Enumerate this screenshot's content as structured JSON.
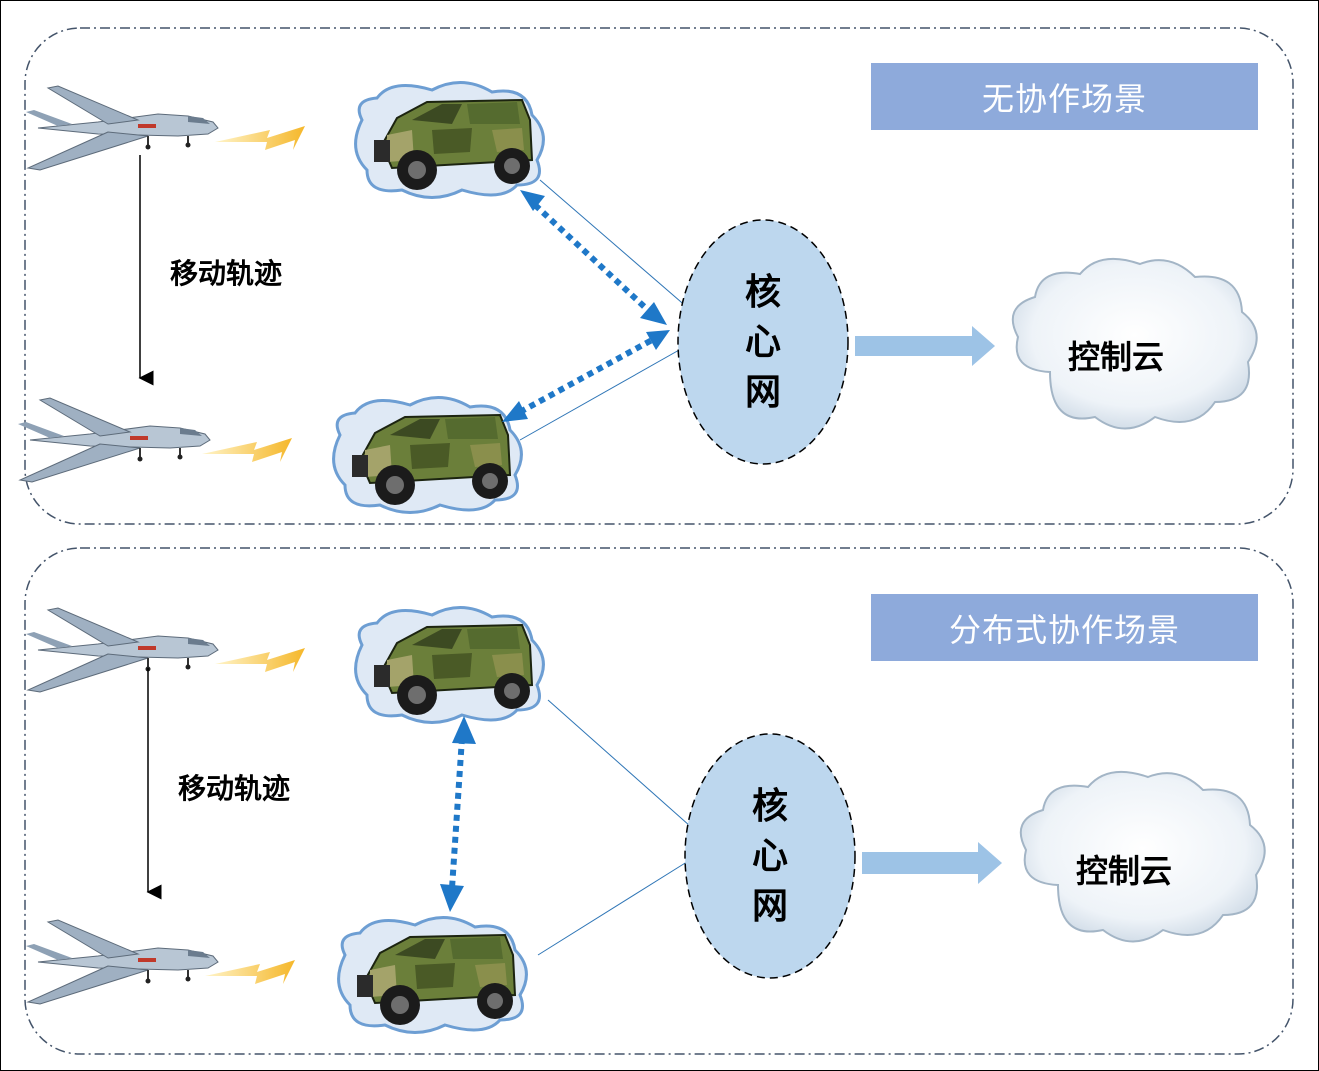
{
  "scenes": [
    {
      "banner": "无协作场景",
      "trajectory_label": "移动轨迹",
      "core_chars": [
        "核",
        "心",
        "网"
      ],
      "cloud_label": "控制云"
    },
    {
      "banner": "分布式协作场景",
      "trajectory_label": "移动轨迹",
      "core_chars": [
        "核",
        "心",
        "网"
      ],
      "cloud_label": "控制云"
    }
  ],
  "colors": {
    "banner": "#8eaadb",
    "core_fill": "#bdd7ee",
    "arrow_dotted": "#1f78c8",
    "cloud_arrow": "#9dc3e6",
    "lightning": "#f5c242",
    "panel_border": "#44546a"
  }
}
